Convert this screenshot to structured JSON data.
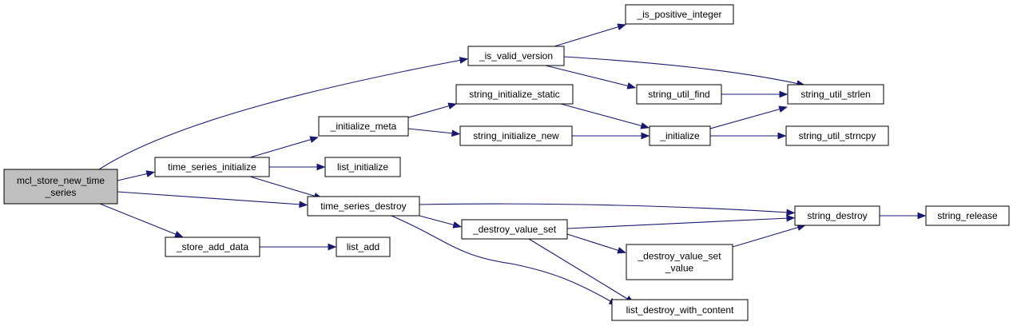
{
  "graph": {
    "edge_color": "#191970",
    "root_fill": "#bfbfbf",
    "node_fill": "#ffffff",
    "nodes": [
      {
        "id": "mcl_store_new_time_series",
        "lines": [
          "mcl_store_new_time",
          "_series"
        ],
        "root": true
      },
      {
        "id": "_is_valid_version",
        "lines": [
          "_is_valid_version"
        ]
      },
      {
        "id": "_is_positive_integer",
        "lines": [
          "_is_positive_integer"
        ]
      },
      {
        "id": "string_util_find",
        "lines": [
          "string_util_find"
        ]
      },
      {
        "id": "string_util_strlen",
        "lines": [
          "string_util_strlen"
        ]
      },
      {
        "id": "time_series_initialize",
        "lines": [
          "time_series_initialize"
        ]
      },
      {
        "id": "_initialize_meta",
        "lines": [
          "_initialize_meta"
        ]
      },
      {
        "id": "string_initialize_static",
        "lines": [
          "string_initialize_static"
        ]
      },
      {
        "id": "string_initialize_new",
        "lines": [
          "string_initialize_new"
        ]
      },
      {
        "id": "_initialize",
        "lines": [
          "_initialize"
        ]
      },
      {
        "id": "string_util_strncpy",
        "lines": [
          "string_util_strncpy"
        ]
      },
      {
        "id": "list_initialize",
        "lines": [
          "list_initialize"
        ]
      },
      {
        "id": "time_series_destroy",
        "lines": [
          "time_series_destroy"
        ]
      },
      {
        "id": "_destroy_value_set",
        "lines": [
          "_destroy_value_set"
        ]
      },
      {
        "id": "string_destroy",
        "lines": [
          "string_destroy"
        ]
      },
      {
        "id": "string_release",
        "lines": [
          "string_release"
        ]
      },
      {
        "id": "_destroy_value_set_value",
        "lines": [
          "_destroy_value_set",
          "_value"
        ]
      },
      {
        "id": "list_destroy_with_content",
        "lines": [
          "list_destroy_with_content"
        ]
      },
      {
        "id": "_store_add_data",
        "lines": [
          "_store_add_data"
        ]
      },
      {
        "id": "list_add",
        "lines": [
          "list_add"
        ]
      }
    ],
    "edges": [
      {
        "from": "mcl_store_new_time_series",
        "to": "_is_valid_version"
      },
      {
        "from": "mcl_store_new_time_series",
        "to": "time_series_initialize"
      },
      {
        "from": "mcl_store_new_time_series",
        "to": "time_series_destroy"
      },
      {
        "from": "mcl_store_new_time_series",
        "to": "_store_add_data"
      },
      {
        "from": "_is_valid_version",
        "to": "_is_positive_integer"
      },
      {
        "from": "_is_valid_version",
        "to": "string_util_find"
      },
      {
        "from": "_is_valid_version",
        "to": "string_util_strlen"
      },
      {
        "from": "string_util_find",
        "to": "string_util_strlen"
      },
      {
        "from": "time_series_initialize",
        "to": "_initialize_meta"
      },
      {
        "from": "time_series_initialize",
        "to": "list_initialize"
      },
      {
        "from": "time_series_initialize",
        "to": "time_series_destroy"
      },
      {
        "from": "_initialize_meta",
        "to": "string_initialize_static"
      },
      {
        "from": "_initialize_meta",
        "to": "string_initialize_new"
      },
      {
        "from": "string_initialize_static",
        "to": "_initialize"
      },
      {
        "from": "string_initialize_new",
        "to": "_initialize"
      },
      {
        "from": "_initialize",
        "to": "string_util_strlen"
      },
      {
        "from": "_initialize",
        "to": "string_util_strncpy"
      },
      {
        "from": "time_series_destroy",
        "to": "string_destroy"
      },
      {
        "from": "time_series_destroy",
        "to": "_destroy_value_set"
      },
      {
        "from": "time_series_destroy",
        "to": "list_destroy_with_content"
      },
      {
        "from": "_destroy_value_set",
        "to": "string_destroy"
      },
      {
        "from": "_destroy_value_set",
        "to": "_destroy_value_set_value"
      },
      {
        "from": "_destroy_value_set",
        "to": "list_destroy_with_content"
      },
      {
        "from": "_destroy_value_set_value",
        "to": "string_destroy"
      },
      {
        "from": "string_destroy",
        "to": "string_release"
      },
      {
        "from": "_store_add_data",
        "to": "list_add"
      }
    ]
  }
}
